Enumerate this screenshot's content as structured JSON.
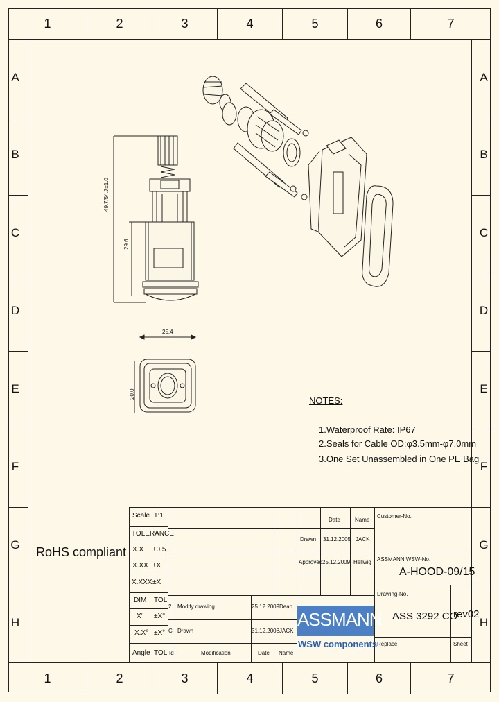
{
  "zones_cols": [
    "1",
    "2",
    "3",
    "4",
    "5",
    "6",
    "7"
  ],
  "zones_rows": [
    "A",
    "B",
    "C",
    "D",
    "E",
    "F",
    "G",
    "H"
  ],
  "dimensions": {
    "height_total": "49.7/54.7±1.0",
    "height_body": "29.6",
    "width": "25.4",
    "depth": "20.0"
  },
  "notes": {
    "title": "NOTES:",
    "items": [
      "1.Waterproof Rate: IP67",
      "2.Seals for Cable OD:φ3.5mm-φ7.0mm",
      "3.One Set Unassembled in One PE Bag"
    ]
  },
  "rohs": "RoHS compliant",
  "title_block": {
    "scale_label": "Scale",
    "scale_value": "1:1",
    "tolerance": "TOLERANCE",
    "tol_rows": [
      [
        "X.X",
        "±0.5"
      ],
      [
        "X.XX",
        "±X"
      ],
      [
        "X.XXX",
        "±X"
      ]
    ],
    "dim": "DIM",
    "tol": "TOL",
    "dim_rows": [
      [
        "X°",
        "±X°"
      ],
      [
        "X.X°",
        "±X°"
      ]
    ],
    "angle": "Angle",
    "date_header": "Date",
    "name_header": "Name",
    "drawn_label": "Drawn",
    "drawn_date": "31.12.2005",
    "drawn_name": "JACK",
    "approved_label": "Approved",
    "approved_date": "25.12.2009",
    "approved_name": "Hellwig",
    "customer_no": "Customer-No.",
    "assmann_no_label": "ASSMANN WSW-No.",
    "assmann_no": "A-HOOD-09/15",
    "drawing_no_label": "Drawing-No.",
    "drawing_no": "ASS 3292 CO",
    "rev": "rev02",
    "replace": "Replace",
    "sheet": "Sheet",
    "rev_rows": [
      {
        "id": "2",
        "mod": "Modify drawing",
        "date": "25.12.2009",
        "name": "Dean"
      },
      {
        "id": "C",
        "mod": "Drawn",
        "date": "31.12.2008",
        "name": "JACK"
      }
    ],
    "id_hdr": "Id",
    "mod_hdr": "Modification",
    "date_hdr": "Date",
    "name_hdr": "Name",
    "logo_top": "ASSMANN",
    "logo_bottom": "WSW components"
  }
}
